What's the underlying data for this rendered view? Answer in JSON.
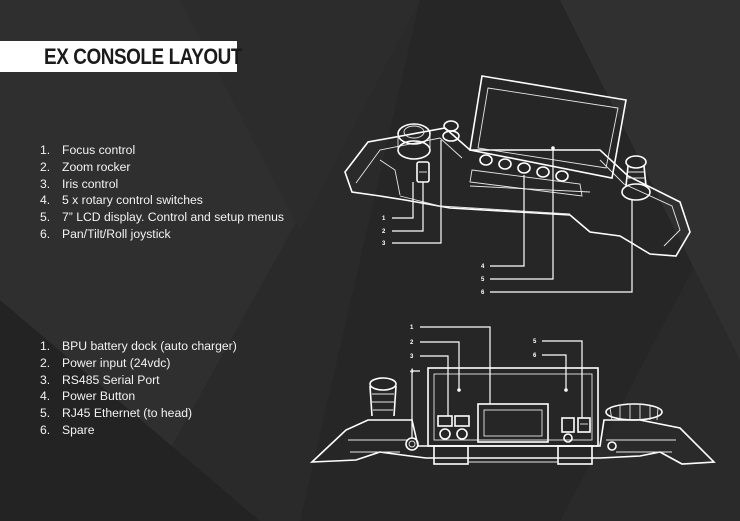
{
  "title": "EX CONSOLE LAYOUT",
  "top_list": [
    {
      "num": "1.",
      "text": "Focus control"
    },
    {
      "num": "2.",
      "text": "Zoom rocker"
    },
    {
      "num": "3.",
      "text": "Iris control"
    },
    {
      "num": "4.",
      "text": "5 x rotary control switches"
    },
    {
      "num": "5.",
      "text": "7” LCD display. Control and setup menus"
    },
    {
      "num": "6.",
      "text": "Pan/Tilt/Roll joystick"
    }
  ],
  "bottom_list": [
    {
      "num": "1.",
      "text": "BPU battery dock (auto charger)"
    },
    {
      "num": "2.",
      "text": "Power input (24vdc)"
    },
    {
      "num": "3.",
      "text": "RS485 Serial Port"
    },
    {
      "num": "4.",
      "text": "Power Button"
    },
    {
      "num": "5.",
      "text": "RJ45 Ethernet (to head)"
    },
    {
      "num": "6.",
      "text": "Spare"
    }
  ],
  "top_callouts": [
    "1",
    "2",
    "3",
    "4",
    "5",
    "6"
  ],
  "rear_callouts": [
    "1",
    "2",
    "3",
    "4",
    "5",
    "6"
  ],
  "colors": {
    "background": "#2a2a2a",
    "title_bg": "#ffffff",
    "title_text": "#1b1b1b",
    "line_art": "#ffffff"
  }
}
